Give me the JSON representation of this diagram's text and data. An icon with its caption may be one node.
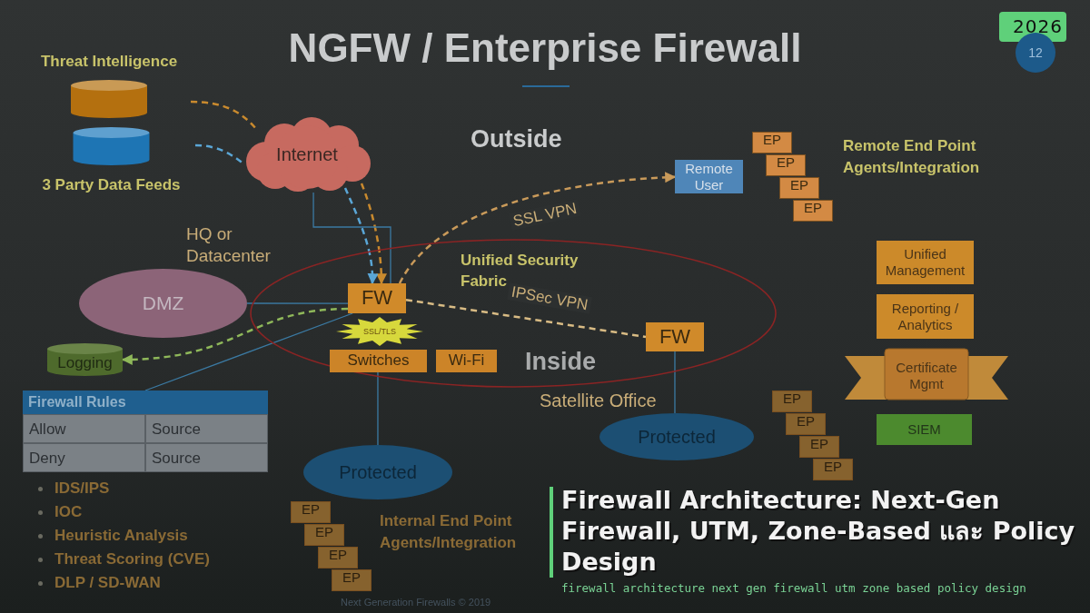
{
  "diagram": {
    "title": "NGFW / Enterprise Firewall",
    "nodes": [
      {
        "text": [
          "Threat Intelligence"
        ]
      },
      {
        "text": [
          "3 Party Data Feeds"
        ]
      },
      {
        "text": [
          "Internet"
        ]
      },
      {
        "text": [
          "Remote User"
        ]
      },
      {
        "text": [
          "EP"
        ]
      },
      {
        "text": [
          "EP"
        ]
      },
      {
        "text": [
          "EP"
        ]
      },
      {
        "text": [
          "EP"
        ]
      },
      {
        "text": [
          "Unified Security Fabric"
        ]
      },
      {
        "text": [
          "DMZ"
        ]
      },
      {
        "text": [
          "FW"
        ],
        "in": 8
      },
      {
        "text": [
          "SSL/TLS"
        ],
        "in": 8
      },
      {
        "text": [
          "Switches"
        ],
        "in": 8
      },
      {
        "text": [
          "Wi-Fi"
        ],
        "in": 8
      },
      {
        "text": [
          "FW"
        ],
        "in": 8
      },
      {
        "text": [
          "Logging"
        ]
      },
      {
        "text": [
          "Unified Management"
        ]
      },
      {
        "text": [
          "Reporting / Analytics"
        ]
      },
      {
        "text": [
          "Certificate Mgmt"
        ]
      },
      {
        "text": [
          "SIEM"
        ]
      },
      {
        "text": [
          "Firewall Rules",
          "Allow",
          "Source",
          "Deny",
          "Source"
        ]
      },
      {
        "text": [
          "Protected"
        ]
      },
      {
        "text": [
          "Protected"
        ]
      },
      {
        "text": [
          "EP"
        ]
      },
      {
        "text": [
          "EP"
        ]
      },
      {
        "text": [
          "EP"
        ]
      },
      {
        "text": [
          "EP"
        ]
      },
      {
        "text": [
          "EP"
        ]
      },
      {
        "text": [
          "EP"
        ]
      },
      {
        "text": [
          "EP"
        ]
      },
      {
        "text": [
          "EP"
        ]
      }
    ],
    "edges": [
      {
        "from": 0,
        "to": 2,
        "arrow": "none",
        "style": "dashed",
        "color": "#c98a2e"
      },
      {
        "from": 1,
        "to": 2,
        "arrow": "none",
        "style": "dashed",
        "color": "#5aa6d6"
      },
      {
        "from": 2,
        "to": 10,
        "arrow": "to",
        "style": "dashed",
        "color": "#c98a2e"
      },
      {
        "from": 2,
        "to": 10,
        "arrow": "to",
        "style": "dashed",
        "color": "#5aa6d6"
      },
      {
        "from": 2,
        "to": 10,
        "arrow": "none"
      },
      {
        "from": 10,
        "to": 3,
        "arrow": "to",
        "label": "SSL VPN",
        "style": "dashed",
        "color": "#c99a5a"
      },
      {
        "from": 10,
        "to": 14,
        "arrow": "none",
        "label": "IPSec VPN",
        "style": "dashed",
        "color": "#d8bb84"
      },
      {
        "from": 10,
        "to": 15,
        "arrow": "to",
        "style": "dashed",
        "color": "#8fb85a"
      },
      {
        "from": 10,
        "to": 9,
        "arrow": "none"
      },
      {
        "from": 10,
        "to": 20,
        "arrow": "none"
      },
      {
        "from": 12,
        "to": 21,
        "arrow": "none"
      },
      {
        "from": 14,
        "to": 22,
        "arrow": "none"
      }
    ],
    "labels": [
      "2026",
      "12",
      "Outside",
      "Remote End Point Agents/Integration",
      "HQ or Datacenter",
      "Inside",
      "Satellite Office",
      "IDS/IPS",
      "IOC",
      "Heuristic Analysis",
      "Threat Scoring (CVE)",
      "DLP / SD-WAN",
      "Internal End Point Agents/Integration",
      "Firewall Architecture: Next-Gen Firewall, UTM, Zone-Based และ Policy Design",
      "firewall architecture next gen firewall utm zone based policy design",
      "Next Generation Firewalls © 2019"
    ]
  }
}
